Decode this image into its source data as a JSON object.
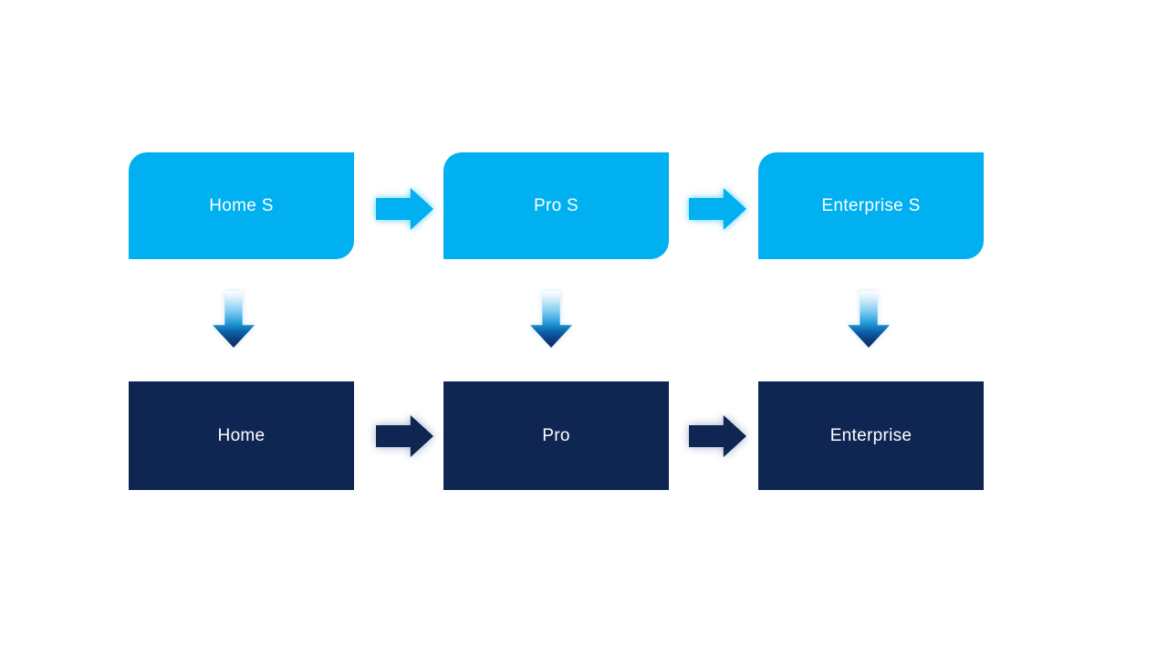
{
  "diagram": {
    "type": "flow-diagram",
    "background": "#ffffff",
    "colors": {
      "top_box_fill": "#00b0f0",
      "bottom_box_fill": "#0f2552",
      "label_text": "#ffffff",
      "top_arrow_fill": "#00b0f0",
      "bottom_arrow_fill": "#0f2552",
      "down_arrow_gradient": [
        "#ffffff",
        "#7ccbf1",
        "#2199d8",
        "#102a5c"
      ]
    },
    "columns": [
      {
        "top": {
          "label": "Home S"
        },
        "bottom": {
          "label": "Home"
        }
      },
      {
        "top": {
          "label": "Pro S"
        },
        "bottom": {
          "label": "Pro"
        }
      },
      {
        "top": {
          "label": "Enterprise S"
        },
        "bottom": {
          "label": "Enterprise"
        }
      }
    ],
    "edges": [
      {
        "from": "Home S",
        "to": "Pro S",
        "direction": "right"
      },
      {
        "from": "Pro S",
        "to": "Enterprise S",
        "direction": "right"
      },
      {
        "from": "Home",
        "to": "Pro",
        "direction": "right"
      },
      {
        "from": "Pro",
        "to": "Enterprise",
        "direction": "right"
      },
      {
        "from": "Home S",
        "to": "Home",
        "direction": "down"
      },
      {
        "from": "Pro S",
        "to": "Pro",
        "direction": "down"
      },
      {
        "from": "Enterprise S",
        "to": "Enterprise",
        "direction": "down"
      }
    ]
  }
}
